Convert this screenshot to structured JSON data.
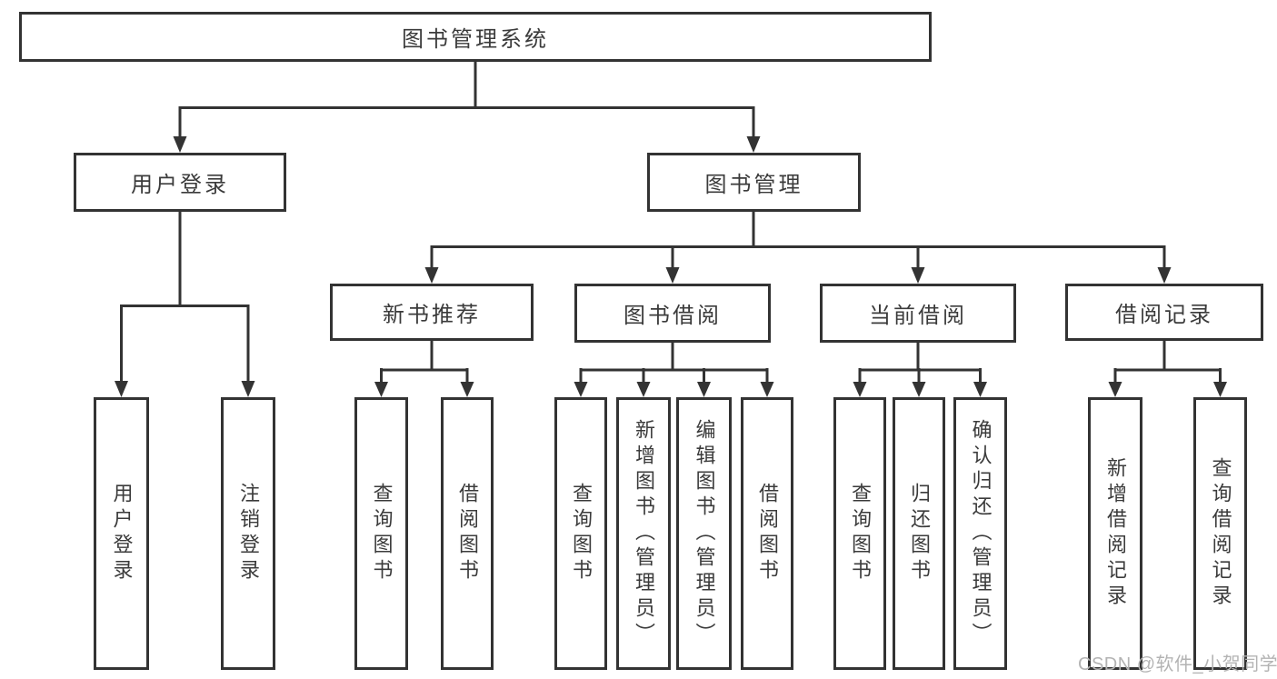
{
  "diagram": {
    "nodes": {
      "root": {
        "label": "图书管理系统"
      },
      "user_login": {
        "label": "用户登录"
      },
      "book_mgmt": {
        "label": "图书管理"
      },
      "new_book_rec": {
        "label": "新书推荐"
      },
      "book_borrow": {
        "label": "图书借阅"
      },
      "current_borrow": {
        "label": "当前借阅"
      },
      "borrow_record": {
        "label": "借阅记录"
      },
      "login": {
        "label": "用户登录"
      },
      "logout": {
        "label": "注销登录"
      },
      "rec_query_book": {
        "label": "查询图书"
      },
      "rec_borrow_book": {
        "label": "借阅图书"
      },
      "bor_query_book": {
        "label": "查询图书"
      },
      "bor_add_book": {
        "label": "新增图书（管理员）"
      },
      "bor_edit_book": {
        "label": "编辑图书（管理员）"
      },
      "bor_borrow_book": {
        "label": "借阅图书"
      },
      "cur_query_book": {
        "label": "查询图书"
      },
      "cur_return_book": {
        "label": "归还图书"
      },
      "cur_confirm_return": {
        "label": "确认归还（管理员）"
      },
      "log_add_record": {
        "label": "新增借阅记录"
      },
      "log_query_record": {
        "label": "查询借阅记录"
      }
    },
    "hierarchy": {
      "图书管理系统": {
        "用户登录": [
          "用户登录",
          "注销登录"
        ],
        "图书管理": {
          "新书推荐": [
            "查询图书",
            "借阅图书"
          ],
          "图书借阅": [
            "查询图书",
            "新增图书（管理员）",
            "编辑图书（管理员）",
            "借阅图书"
          ],
          "当前借阅": [
            "查询图书",
            "归还图书",
            "确认归还（管理员）"
          ],
          "借阅记录": [
            "新增借阅记录",
            "查询借阅记录"
          ]
        }
      }
    },
    "watermark": {
      "text": "CSDN @软件_小贺同学"
    },
    "colors": {
      "line": "#333333",
      "text": "#3b3b3b",
      "watermark": "#b3b3b3",
      "background": "#ffffff"
    }
  }
}
